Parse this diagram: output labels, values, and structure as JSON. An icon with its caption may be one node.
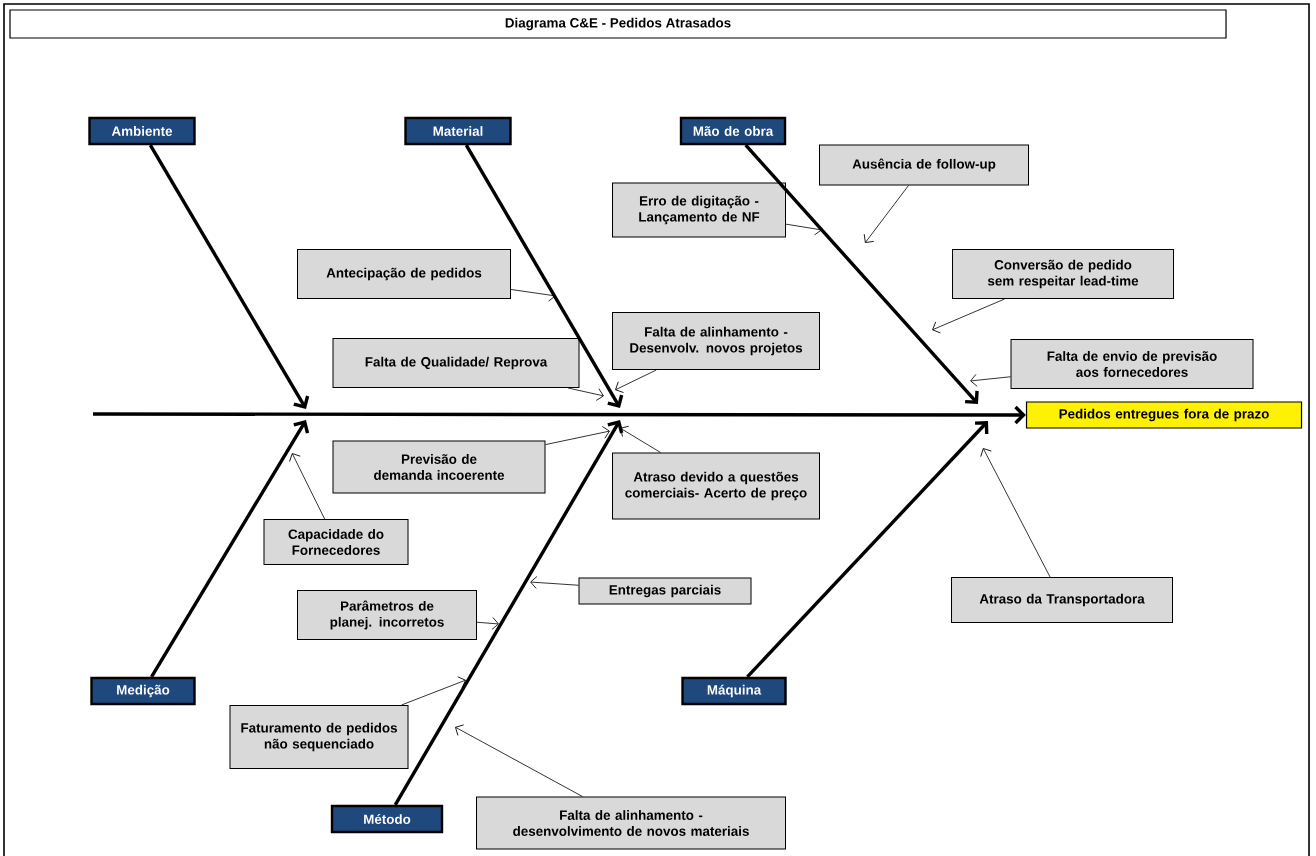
{
  "diagram": {
    "title": "Diagrama C&E - Pedidos Atrasados",
    "nodes": [
      {
        "text": [
          "Ambiente"
        ]
      },
      {
        "text": [
          "Material"
        ]
      },
      {
        "text": [
          "Mão de obra"
        ]
      },
      {
        "text": [
          "Medição"
        ]
      },
      {
        "text": [
          "Método"
        ]
      },
      {
        "text": [
          "Máquina"
        ]
      },
      {
        "text": [
          "Pedidos entregues fora de prazo"
        ]
      },
      {
        "text": [
          "Erro de digitação - Lançamento de NF"
        ]
      },
      {
        "text": [
          "Ausência de follow-up"
        ]
      },
      {
        "text": [
          "Antecipação de pedidos"
        ]
      },
      {
        "text": [
          "Conversão de pedido sem respeitar lead-time"
        ]
      },
      {
        "text": [
          "Falta de alinhamento - Desenvolv. novos projetos"
        ]
      },
      {
        "text": [
          "Falta de Qualidade/ Reprova"
        ]
      },
      {
        "text": [
          "Falta de envio de previsão aos fornecedores"
        ]
      },
      {
        "text": [
          "Previsão de demanda incoerente"
        ]
      },
      {
        "text": [
          "Atraso devido a questões comerciais- Acerto de preço"
        ]
      },
      {
        "text": [
          "Capacidade do Fornecedores"
        ]
      },
      {
        "text": [
          "Entregas parciais"
        ]
      },
      {
        "text": [
          "Parâmetros de planej. incorretos"
        ]
      },
      {
        "text": [
          "Atraso da Transportadora"
        ]
      },
      {
        "text": [
          "Faturamento de pedidos não sequenciado"
        ]
      },
      {
        "text": [
          "Falta de alinhamento - desenvolvimento de novos materiais"
        ]
      }
    ],
    "edges": [
      {
        "from": null,
        "to": 6,
        "arrow": "to",
        "style": "thick"
      },
      {
        "from": 0,
        "to": null,
        "arrow": "to",
        "style": "thick"
      },
      {
        "from": 1,
        "to": null,
        "arrow": "to",
        "style": "thick"
      },
      {
        "from": 2,
        "to": null,
        "arrow": "to",
        "style": "thick"
      },
      {
        "from": 3,
        "to": null,
        "arrow": "to",
        "style": "thick"
      },
      {
        "from": 4,
        "to": null,
        "arrow": "to",
        "style": "thick"
      },
      {
        "from": 5,
        "to": null,
        "arrow": "to",
        "style": "thick"
      },
      {
        "from": 7,
        "to": null,
        "arrow": "to"
      },
      {
        "from": 8,
        "to": null,
        "arrow": "to"
      },
      {
        "from": 9,
        "to": null,
        "arrow": "to"
      },
      {
        "from": 10,
        "to": null,
        "arrow": "to"
      },
      {
        "from": 11,
        "to": null,
        "arrow": "to"
      },
      {
        "from": 12,
        "to": null,
        "arrow": "to"
      },
      {
        "from": 13,
        "to": null,
        "arrow": "to"
      },
      {
        "from": 14,
        "to": null,
        "arrow": "to"
      },
      {
        "from": 15,
        "to": null,
        "arrow": "to"
      },
      {
        "from": 16,
        "to": null,
        "arrow": "to"
      },
      {
        "from": 17,
        "to": null,
        "arrow": "to"
      },
      {
        "from": 18,
        "to": null,
        "arrow": "to"
      },
      {
        "from": 19,
        "to": null,
        "arrow": "to"
      },
      {
        "from": 20,
        "to": null,
        "arrow": "to"
      },
      {
        "from": 21,
        "to": null,
        "arrow": "to"
      }
    ]
  }
}
